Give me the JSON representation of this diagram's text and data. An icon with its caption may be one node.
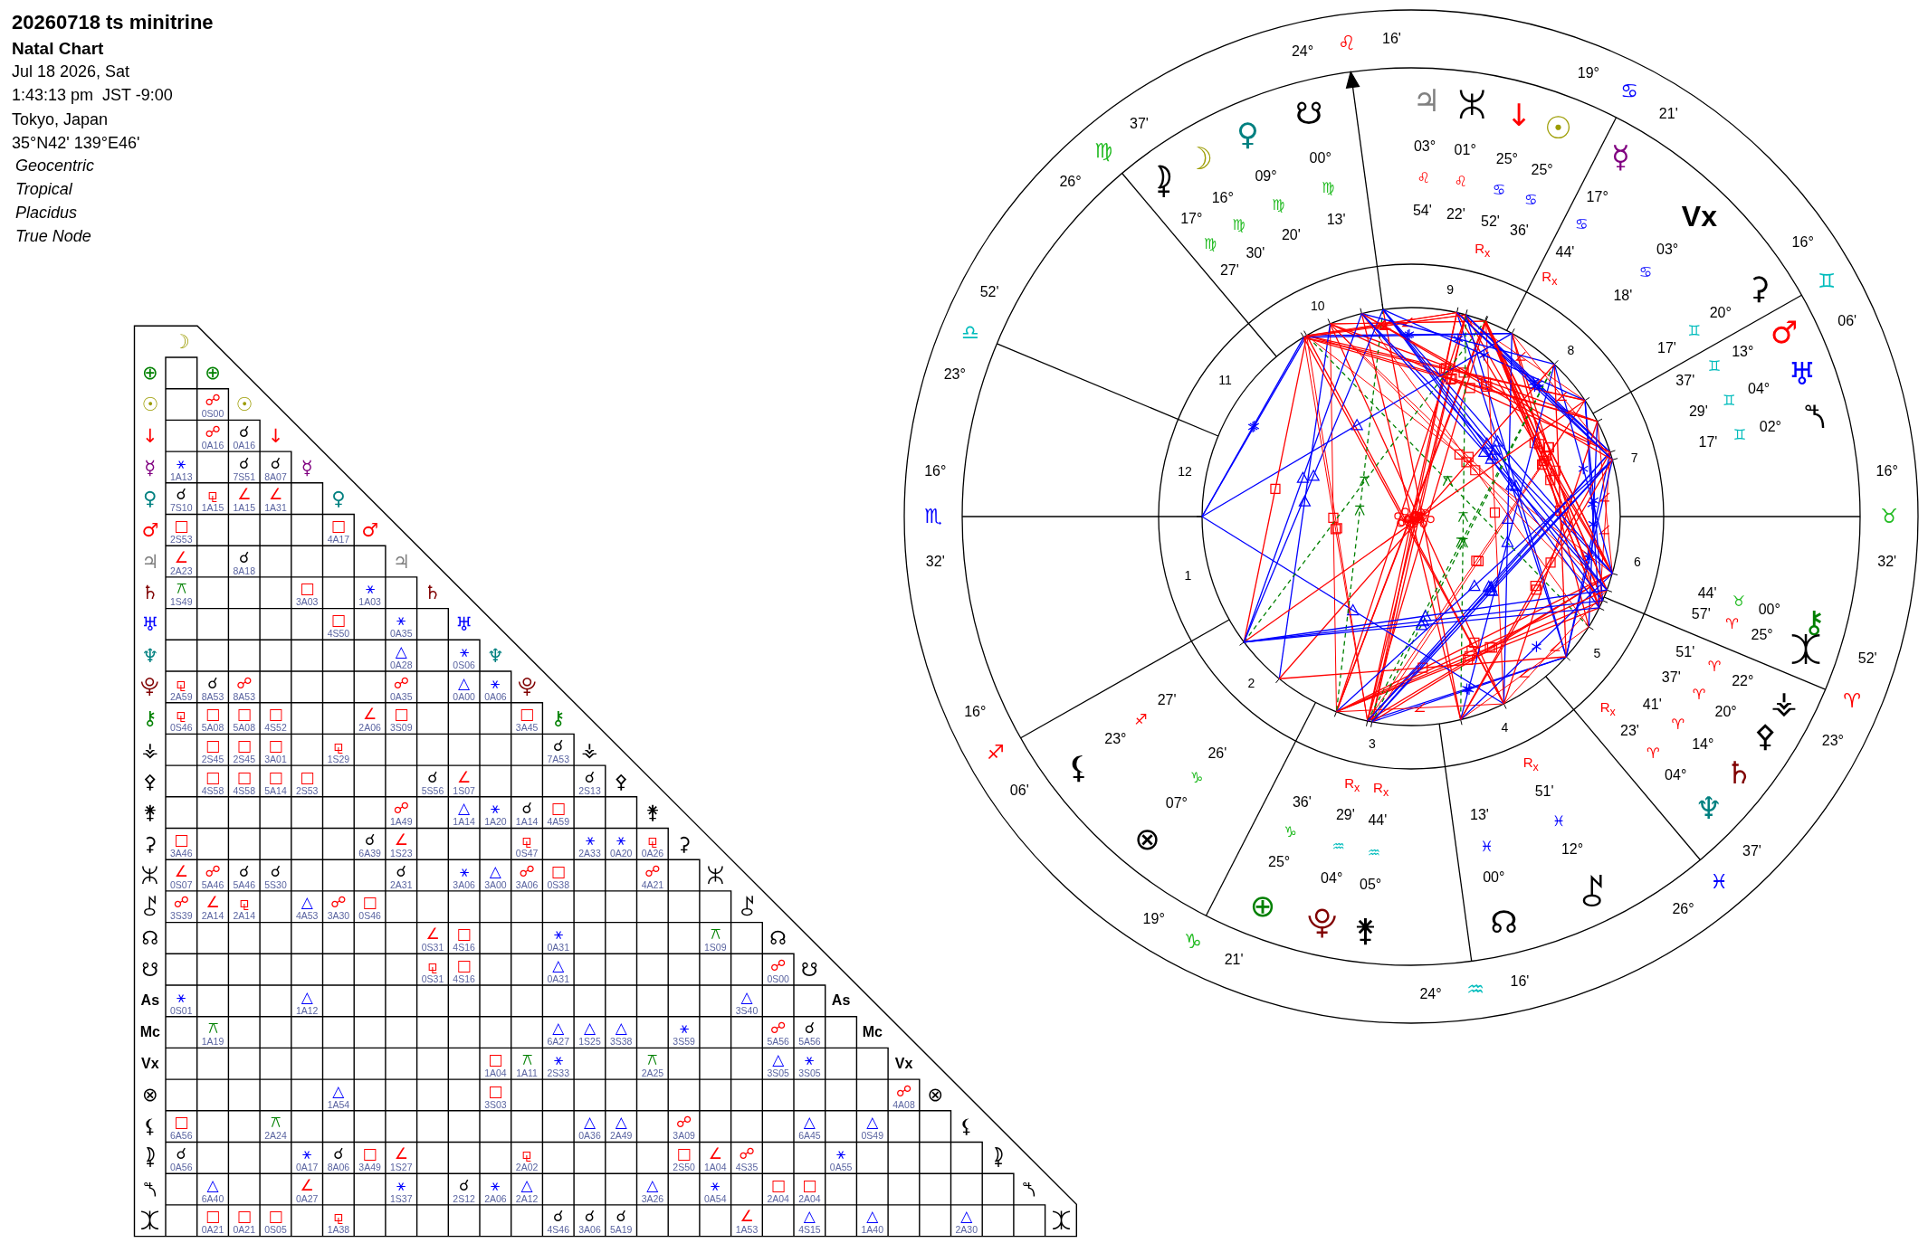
{
  "diagram": {
    "title": "20260718 ts minitrine",
    "labels": [
      "Natal Chart",
      "Jul 18 2026, Sat",
      "1:43:13 pm  JST -9:00",
      "Tokyo, Japan",
      "35°N42' 139°E46'",
      "Geocentric",
      "Tropical",
      "Placidus",
      "True Node",
      "16°",
      "♏",
      "32'",
      "16°",
      "♐",
      "06'",
      "19°",
      "♑",
      "21'",
      "24°",
      "♒",
      "16'",
      "26°",
      "♓",
      "37'",
      "23°",
      "♈",
      "52'",
      "16°",
      "♉",
      "32'",
      "16°",
      "♊",
      "06'",
      "19°",
      "♋",
      "21'",
      "24°",
      "♌",
      "16'",
      "26°",
      "♍",
      "37'",
      "23°",
      "♎",
      "52'",
      "1",
      "2",
      "3",
      "4",
      "5",
      "6",
      "7",
      "8",
      "9",
      "10",
      "11",
      "12",
      "☽",
      "16°",
      "♍",
      "30'",
      "⊕",
      "25°",
      "♑",
      "36'",
      "☉",
      "25°",
      "♋",
      "36'",
      "↓",
      "25°",
      "♋",
      "52'",
      "R$_{x}$",
      "☿",
      "17°",
      "♋",
      "44'",
      "R$_{x}$",
      "♀",
      "09°",
      "♍",
      "20'",
      "♂",
      "13°",
      "♊",
      "37'",
      "♃",
      "03°",
      "♌",
      "54'",
      "♄",
      "14°",
      "♈",
      "41'",
      "♅",
      "04°",
      "♊",
      "29'",
      "♆",
      "04°",
      "♈",
      "23'",
      "R$_{x}$",
      "⯓",
      "04°",
      "♒",
      "29'",
      "R$_{x}$",
      "⚷",
      "00°",
      "♉",
      "44'",
      "⚶",
      "22°",
      "♈",
      "51'",
      "⚴",
      "20°",
      "♈",
      "37'",
      "⚵",
      "05°",
      "♒",
      "44'",
      "R$_{x}$",
      "⚳",
      "20°",
      "♊",
      "17'",
      "⯧",
      "01°",
      "♌",
      "22'",
      "⯜",
      "12°",
      "♓",
      "51'",
      "R$_{x}$",
      "☊",
      "00°",
      "♓",
      "13'",
      "☋",
      "00°",
      "♍",
      "13'",
      "Vx",
      "03°",
      "♋",
      "18'",
      "⊗",
      "07°",
      "♑",
      "26'",
      "⚸",
      "23°",
      "♐",
      "27'",
      "⯝",
      "17°",
      "♍",
      "27'",
      "⯲",
      "02°",
      "♊",
      "17'",
      "⯰",
      "25°",
      "♈",
      "57'",
      "☽",
      "⊕",
      "⊕",
      "☉",
      "☍",
      "0S00",
      "☉",
      "↓",
      "☍",
      "0A16",
      "☌",
      "0A16",
      "↓",
      "☿",
      "⚹",
      "1A13",
      "☌",
      "7S51",
      "☌",
      "8A07",
      "☿",
      "♀",
      "☌",
      "7S10",
      "⚼",
      "1A15",
      "∠",
      "1A15",
      "∠",
      "1A31",
      "♀",
      "♂",
      "□",
      "2S53",
      "□",
      "4A17",
      "♂",
      "♃",
      "∠",
      "2A23",
      "☌",
      "8A18",
      "♃",
      "♄",
      "⚻",
      "1S49",
      "□",
      "3A03",
      "⚹",
      "1A03",
      "♄",
      "♅",
      "□",
      "4S50",
      "⚹",
      "0A35",
      "♅",
      "♆",
      "△",
      "0A28",
      "⚹",
      "0S06",
      "♆",
      "⯓",
      "⚼",
      "2A59",
      "☌",
      "8A53",
      "☍",
      "8A53",
      "☍",
      "0A35",
      "△",
      "0A00",
      "⚹",
      "0A06",
      "⯓",
      "⚷",
      "⚼",
      "0S46",
      "□",
      "5A08",
      "□",
      "5A08",
      "□",
      "4S52",
      "∠",
      "2A06",
      "□",
      "3S09",
      "□",
      "3A45",
      "⚷",
      "⚶",
      "□",
      "2S45",
      "□",
      "2S45",
      "□",
      "3A01",
      "⚼",
      "1S29",
      "☌",
      "7A53",
      "⚶",
      "⚴",
      "□",
      "4S58",
      "□",
      "4S58",
      "□",
      "5A14",
      "□",
      "2S53",
      "☌",
      "5S56",
      "∠",
      "1S07",
      "☌",
      "2S13",
      "⚴",
      "⚵",
      "☍",
      "1A49",
      "△",
      "1A14",
      "⚹",
      "1A20",
      "☌",
      "1A14",
      "□",
      "4A59",
      "⚵",
      "⚳",
      "□",
      "3A46",
      "☌",
      "6A39",
      "∠",
      "1S23",
      "⚼",
      "0S47",
      "⚹",
      "2A33",
      "⚹",
      "0A20",
      "⚼",
      "0A26",
      "⚳",
      "⯧",
      "∠",
      "0S07",
      "☍",
      "5A46",
      "☌",
      "5A46",
      "☌",
      "5S30",
      "☌",
      "2A31",
      "⚹",
      "3A06",
      "△",
      "3A00",
      "☍",
      "3A06",
      "□",
      "0S38",
      "☍",
      "4A21",
      "⯧",
      "⯜",
      "☍",
      "3S39",
      "∠",
      "2A14",
      "⚼",
      "2A14",
      "△",
      "4A53",
      "☍",
      "3A30",
      "□",
      "0S46",
      "⯜",
      "☊",
      "∠",
      "0S31",
      "□",
      "4S16",
      "⚹",
      "0A31",
      "⚻",
      "1S09",
      "☊",
      "☋",
      "⚼",
      "0S31",
      "□",
      "4S16",
      "△",
      "0A31",
      "☍",
      "0S00",
      "☋",
      "As",
      "⚹",
      "0S01",
      "△",
      "1A12",
      "△",
      "3S40",
      "As",
      "Mc",
      "⚻",
      "1A19",
      "△",
      "6A27",
      "△",
      "1S25",
      "△",
      "3S38",
      "⚹",
      "3S59",
      "☍",
      "5A56",
      "☌",
      "5A56",
      "Mc",
      "Vx",
      "□",
      "1A04",
      "⚻",
      "1A11",
      "⚹",
      "2S33",
      "⚻",
      "2A25",
      "△",
      "3S05",
      "⚹",
      "3S05",
      "Vx",
      "⊗",
      "△",
      "1A54",
      "□",
      "3S03",
      "☍",
      "4A08",
      "⊗",
      "⚸",
      "□",
      "6A56",
      "⚻",
      "2A24",
      "△",
      "0A36",
      "△",
      "2A49",
      "☍",
      "3A09",
      "△",
      "6A45",
      "△",
      "0S49",
      "⚸",
      "⯝",
      "☌",
      "0A56",
      "⚹",
      "0A17",
      "☌",
      "8A06",
      "□",
      "3A49",
      "∠",
      "1S27",
      "⚼",
      "2A02",
      "□",
      "2S50",
      "∠",
      "1A04",
      "☍",
      "4S35",
      "⚹",
      "0A55",
      "⯝",
      "⯲",
      "△",
      "6A40",
      "∠",
      "0A27",
      "⚹",
      "1S37",
      "☌",
      "2S12",
      "⚹",
      "2A06",
      "△",
      "2A12",
      "△",
      "3A26",
      "⚹",
      "0A54",
      "□",
      "2A04",
      "□",
      "2A04",
      "⯲",
      "⯰",
      "□",
      "0A21",
      "□",
      "0A21",
      "□",
      "0S05",
      "⚼",
      "1A38",
      "☌",
      "4S46",
      "☌",
      "3A06",
      "☌",
      "5A19",
      "∠",
      "1A53",
      "△",
      "4S15",
      "△",
      "1A40",
      "△",
      "2A30",
      "⯰"
    ]
  }
}
